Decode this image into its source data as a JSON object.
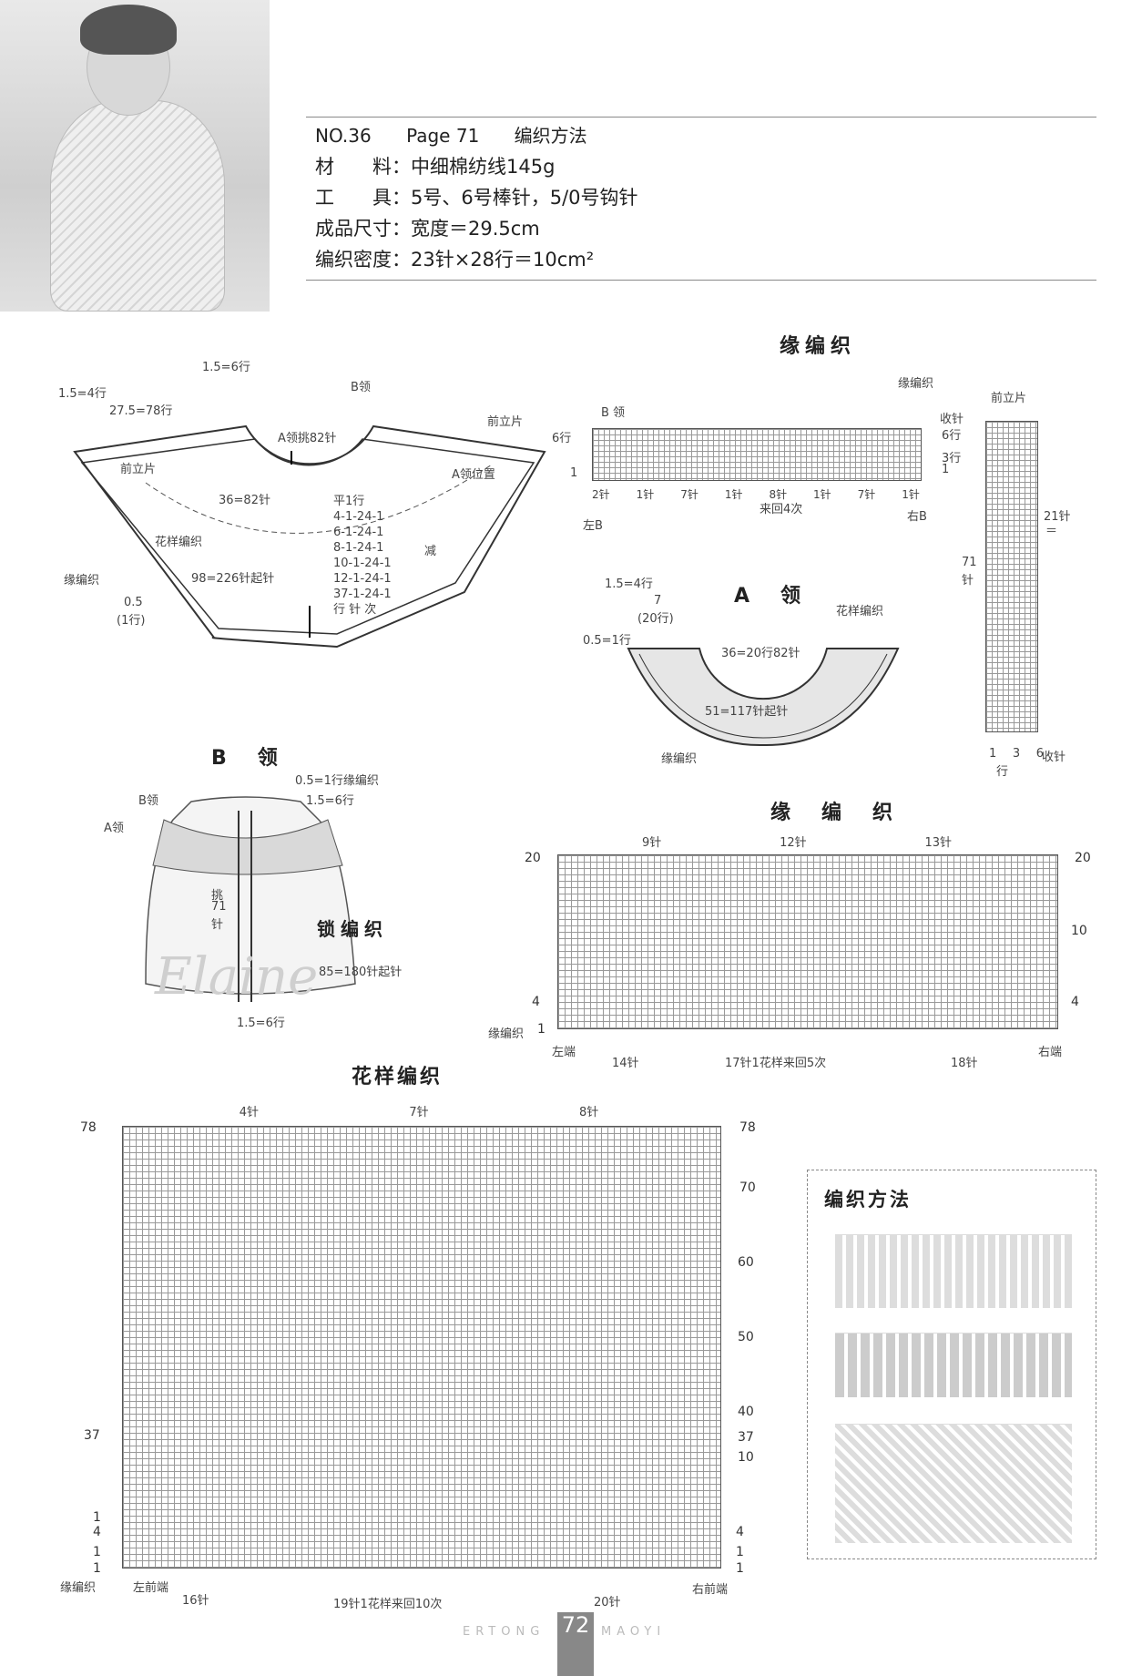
{
  "header": {
    "pattern_no": "NO.36",
    "page_ref": "Page 71",
    "heading": "编织方法",
    "material": "材　　料：中细棉纺线145g",
    "tools": "工　　具：5号、6号棒针，5/0号钩针",
    "size": "成品尺寸：宽度＝29.5cm",
    "gauge": "编织密度：23针×28行＝10cm²"
  },
  "main_diagram": {
    "label_15_6": "1.5=6行",
    "label_15_4": "1.5=4行",
    "label_275": "27.5=78行",
    "b_collar": "B领",
    "a_pick": "A领挑82针",
    "front_band_right": "前立片",
    "front_band_left": "前立片",
    "a_position": "A领位置",
    "st_36": "36=82针",
    "pattern_knit": "花样编织",
    "edge_knit": "缘编织",
    "cast_on": "98=226针起针",
    "edge_05": "0.5",
    "edge_05b": "(1行)",
    "dec_rows": [
      "平1行",
      "4-1-24-1",
      "6-1-24-1",
      "8-1-24-1",
      "10-1-24-1",
      "12-1-24-1",
      "37-1-24-1",
      "行 针 次"
    ],
    "dec_label": "减"
  },
  "edge_top": {
    "title": "缘编织",
    "edge_knit": "缘编织",
    "b_collar": "B 领",
    "front_band": "前立片",
    "bind_off": "收针",
    "rows_6": "6行",
    "rows_6r": "6行",
    "rows_3": "3行",
    "row_1": "1",
    "row_1r": "1",
    "counts": [
      "2针",
      "1针",
      "7针",
      "1针",
      "8针",
      "1针",
      "7针",
      "1针"
    ],
    "repeat": "来回4次",
    "left_b": "左B",
    "right_b": "右B",
    "st_21": "21针",
    "eq": "＝",
    "rows_71": "71",
    "rows_71b": "针",
    "bottom_nums": [
      "1",
      "3",
      "6"
    ],
    "bottom_unit": "行",
    "bind_off_b": "收针"
  },
  "a_collar": {
    "title": "A　领",
    "l1": "1.5=4行",
    "l2": "7",
    "l3": "(20行)",
    "l4": "0.5=1行",
    "pattern": "花样编织",
    "st_36": "36=20行82针",
    "cast": "51=117针起针",
    "edge": "缘编织"
  },
  "b_collar": {
    "title": "B　领",
    "b_label": "B领",
    "a_label": "A领",
    "note1": "0.5=1行缘编织",
    "note2": "1.5=6行",
    "pick": "挑",
    "pick_n": "71",
    "pick_u": "针",
    "lock_title": "锁编织",
    "lock_cast": "85=180针起针",
    "bottom": "1.5=6行"
  },
  "edge_chart": {
    "title": "缘　编　织",
    "counts": [
      "9针",
      "12针",
      "13针"
    ],
    "r20": "20",
    "r10": "10",
    "r4": "4",
    "r1": "1",
    "edge_label": "缘编织",
    "left_end": "左端",
    "right_end": "右端",
    "st14": "14针",
    "repeat": "17针1花样来回5次",
    "st18": "18针"
  },
  "pattern_chart": {
    "title": "花样编织",
    "counts": [
      "4针",
      "7针",
      "8针"
    ],
    "rows_right": [
      "78",
      "70",
      "60",
      "50",
      "40",
      "37",
      "10",
      "4",
      "1",
      "1"
    ],
    "rows_left": [
      "78",
      "37",
      "1",
      "4",
      "1",
      "1"
    ],
    "edge_label": "缘编织",
    "left_front": "左前端",
    "right_front": "右前端",
    "st16": "16针",
    "repeat": "19针1花样来回10次",
    "st20": "20针"
  },
  "method": {
    "title": "编织方法"
  },
  "footer": {
    "left": "ERTONG",
    "page": "72",
    "right": "MAOYI"
  },
  "watermark": "Elaine"
}
